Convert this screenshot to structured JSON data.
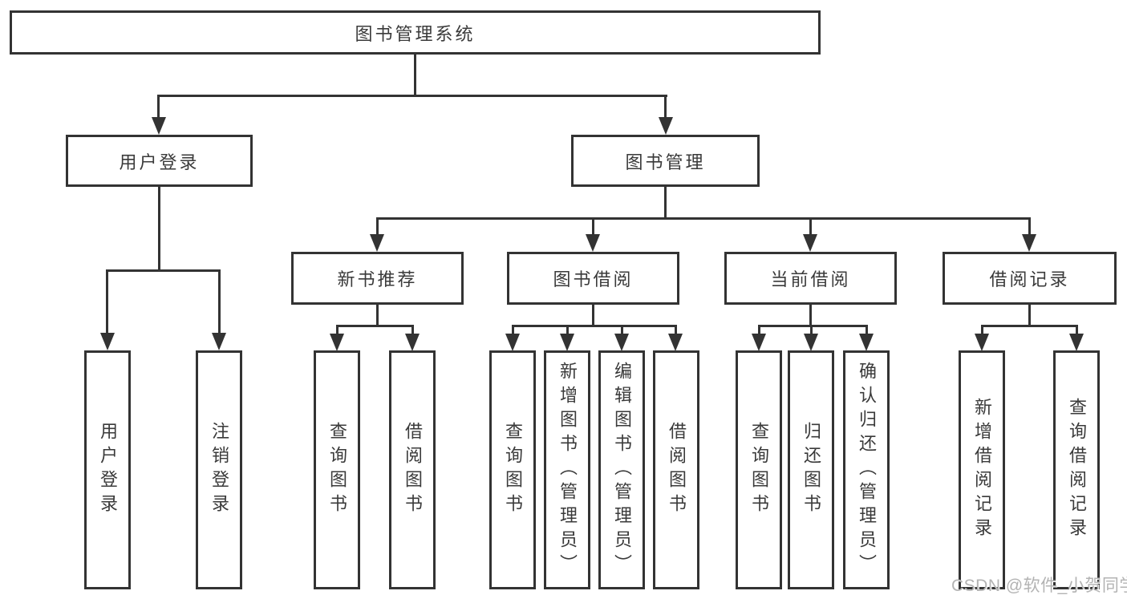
{
  "diagram": {
    "title": "图书管理系统",
    "root": {
      "label": "图书管理系统"
    },
    "level2": [
      {
        "label": "用户登录"
      },
      {
        "label": "图书管理"
      }
    ],
    "level3": [
      {
        "label": "新书推荐"
      },
      {
        "label": "图书借阅"
      },
      {
        "label": "当前借阅"
      },
      {
        "label": "借阅记录"
      }
    ],
    "leaves": {
      "user_login": [
        {
          "label": "用户登录"
        },
        {
          "label": "注销登录"
        }
      ],
      "new_book_rec": [
        {
          "label": "查询图书"
        },
        {
          "label": "借阅图书"
        }
      ],
      "book_borrow": [
        {
          "label": "查询图书"
        },
        {
          "label": "新增图书（管理员）"
        },
        {
          "label": "编辑图书（管理员）"
        },
        {
          "label": "借阅图书"
        }
      ],
      "current_borrow": [
        {
          "label": "查询图书"
        },
        {
          "label": "归还图书"
        },
        {
          "label": "确认归还（管理员）"
        }
      ],
      "borrow_record": [
        {
          "label": "新增借阅记录"
        },
        {
          "label": "查询借阅记录"
        }
      ]
    },
    "watermark": "CSDN @软件_小贺同学",
    "colors": {
      "line": "#333333",
      "text": "#3a3a3a",
      "watermark": "#b3b3b3",
      "background": "#ffffff"
    }
  }
}
